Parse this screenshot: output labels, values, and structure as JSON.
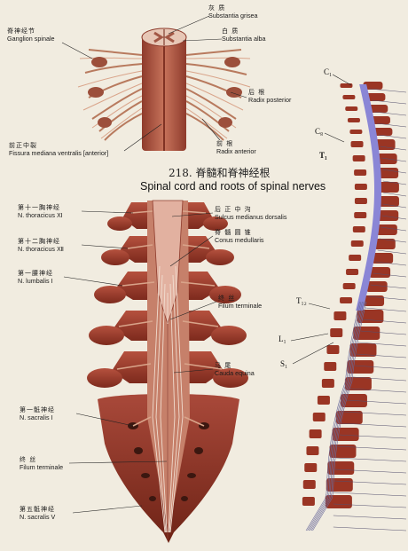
{
  "caption": {
    "number_zh": "218. 脊髓和脊神经根",
    "title_en": "Spinal cord and roots of spinal nerves"
  },
  "top_labels": {
    "substantia_grisea": {
      "zh": "灰 质",
      "en": "Substantia grisea"
    },
    "substantia_alba": {
      "zh": "白 质",
      "en": "Substantia alba"
    },
    "ganglion_spinale": {
      "zh": "脊神经节",
      "en": "Ganglion spinale"
    },
    "radix_posterior": {
      "zh": "后 根",
      "en": "Radix posterior"
    },
    "fissura": {
      "zh": "前正中裂",
      "en": "Fissura mediana ventralis [anterior]"
    },
    "radix_anterior": {
      "zh": "前 根",
      "en": "Radix anterior"
    }
  },
  "middle_labels": {
    "thoracicus_xi": {
      "zh": "第十一胸神经",
      "en": "N. thoracicus Ⅺ"
    },
    "thoracicus_xii": {
      "zh": "第十二胸神经",
      "en": "N. thoracicus Ⅻ"
    },
    "lumbalis_i": {
      "zh": "第一腰神经",
      "en": "N. lumbalis Ⅰ"
    },
    "sulcus": {
      "zh": "后 正 中 沟",
      "en": "Sulcus medianus dorsalis"
    },
    "conus": {
      "zh": "脊 髓 圆 锥",
      "en": "Conus medullaris"
    },
    "filum_right": {
      "zh": "终 丝",
      "en": "Filum terminale"
    },
    "cauda": {
      "zh": "马 尾",
      "en": "Cauda equina"
    },
    "sacralis_i": {
      "zh": "第一骶神经",
      "en": "N. sacralis Ⅰ"
    },
    "filum_left": {
      "zh": "终 丝",
      "en": "Filum terminale"
    },
    "sacralis_v": {
      "zh": "第五骶神经",
      "en": "N. sacralis Ⅴ"
    }
  },
  "segment_labels": {
    "c1": "C₁",
    "c8": "C₈",
    "t1": "T₁",
    "t12": "T₁₂",
    "l1": "L₁",
    "s1": "S₁"
  }
}
